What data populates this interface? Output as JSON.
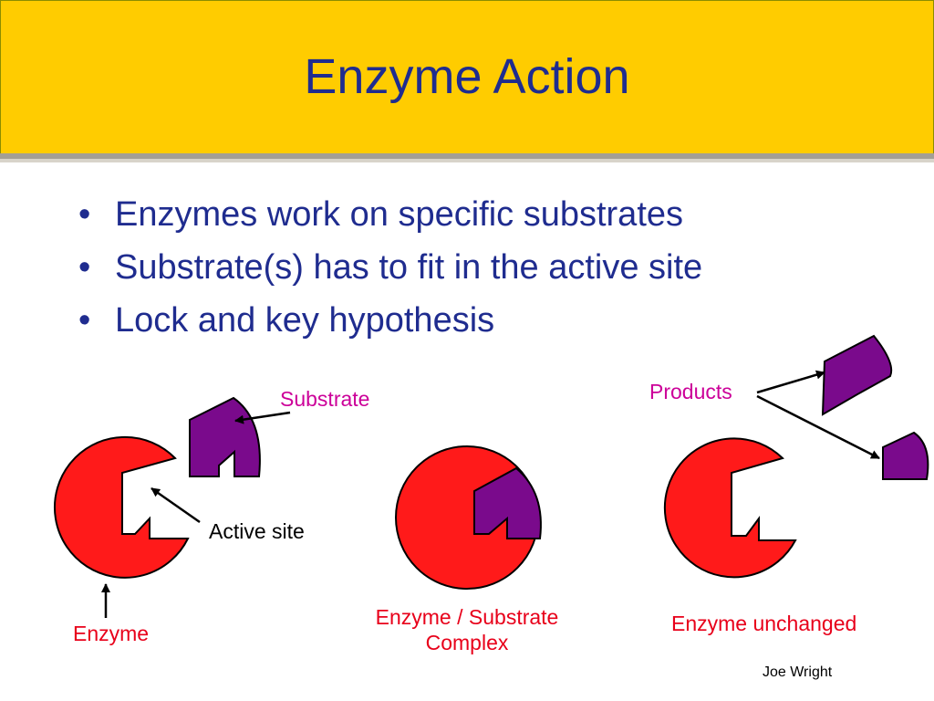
{
  "slide": {
    "title": "Enzyme Action",
    "bullets": [
      "Enzymes work on specific substrates",
      "Substrate(s) has to fit in the active site",
      "Lock and key hypothesis"
    ],
    "author": "Joe Wright"
  },
  "diagram": {
    "labels": {
      "substrate": "Substrate",
      "active_site": "Active site",
      "enzyme": "Enzyme",
      "complex": "Enzyme / Substrate Complex",
      "products": "Products",
      "unchanged": "Enzyme unchanged"
    },
    "colors": {
      "enzyme": "#FF1A1A",
      "substrate": "#7A0A8C",
      "label_magenta": "#CC0099",
      "label_red": "#E8001A",
      "title": "#1F2C8F",
      "band": "#FFCC00"
    }
  }
}
